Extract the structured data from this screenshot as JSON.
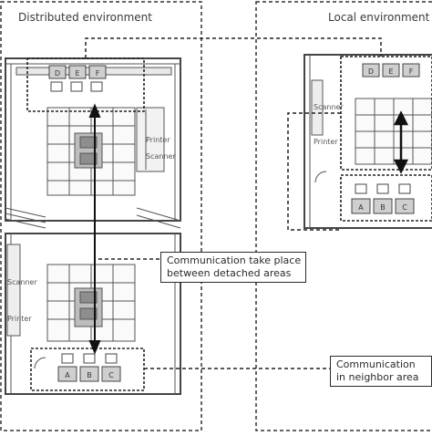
{
  "panels": {
    "left_title": "Distributed environment",
    "right_title": "Local environment"
  },
  "callouts": {
    "detached": [
      "Communication take place",
      "between detached areas"
    ],
    "neighbor": [
      "Communication",
      "in neighbor area"
    ]
  },
  "labels": {
    "left_top_desks": [
      "D",
      "E",
      "F"
    ],
    "left_bottom_desks": [
      "A",
      "B",
      "C"
    ],
    "right_top_desks": [
      "D",
      "E",
      "F"
    ],
    "right_bottom_desks": [
      "A",
      "B",
      "C"
    ],
    "printer_top": "Printer",
    "scanner_top": "Scanner",
    "scanner_bottom": "Scanner",
    "printer_bottom": "Printer",
    "scanner_right": "Scanner",
    "printer_right": "Printer"
  }
}
